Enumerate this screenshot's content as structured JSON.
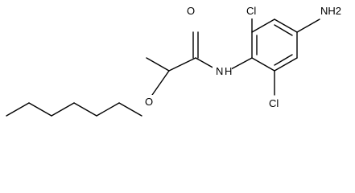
{
  "molecule": {
    "atoms": {
      "amino": "NH2",
      "cl_top": "Cl",
      "cl_bottom": "Cl",
      "carbonyl_o": "O",
      "amide_n": "N",
      "amide_h": "H",
      "ether_o": "O"
    }
  }
}
